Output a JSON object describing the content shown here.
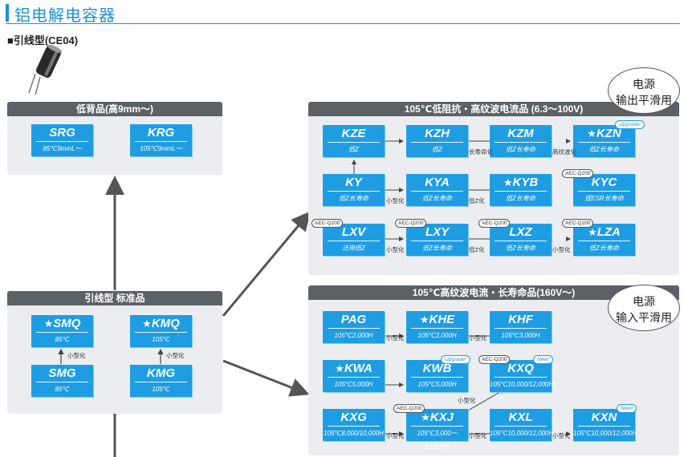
{
  "header": {
    "title": "铝电解电容器",
    "section": "■引线型(CE04)"
  },
  "panels": {
    "low_profile": "低背品(高9mm〜)",
    "standard": "引线型 标准品",
    "low_impedance": "105℃低阻抗・高纹波电流品 (6.3〜100V)",
    "high_ripple": "105℃高纹波电流・长寿命品(160V〜)"
  },
  "bubbles": {
    "top": [
      "电源",
      "输出平滑用"
    ],
    "bottom": [
      "电源",
      "输入平滑用"
    ]
  },
  "products": {
    "srg": {
      "name": "SRG",
      "desc": "85℃9mmL〜"
    },
    "krg": {
      "name": "KRG",
      "desc": "105℃9mmL〜"
    },
    "smq": {
      "name": "SMQ",
      "desc": "85℃"
    },
    "kmq": {
      "name": "KMQ",
      "desc": "105℃"
    },
    "smg": {
      "name": "SMG",
      "desc": "85℃"
    },
    "kmg": {
      "name": "KMG",
      "desc": "105℃"
    },
    "kze": {
      "name": "KZE",
      "desc": "低Z"
    },
    "kzh": {
      "name": "KZH",
      "desc": "低Z"
    },
    "kzm": {
      "name": "KZM",
      "desc": "低Z长寿命"
    },
    "kzn": {
      "name": "KZN",
      "desc": "低Z长寿命"
    },
    "ky": {
      "name": "KY",
      "desc": "低Z长寿命"
    },
    "kya": {
      "name": "KYA",
      "desc": "低Z长寿命"
    },
    "kyb": {
      "name": "KYB",
      "desc": "低Z长寿命"
    },
    "kyc": {
      "name": "KYC",
      "desc": "低ESR长寿命"
    },
    "lxv": {
      "name": "LXV",
      "desc": "泛用低Z"
    },
    "lxy": {
      "name": "LXY",
      "desc": "低Z长寿命"
    },
    "lxz": {
      "name": "LXZ",
      "desc": "低Z长寿命"
    },
    "lza": {
      "name": "LZA",
      "desc": "低Z长寿命"
    },
    "pag": {
      "name": "PAG",
      "desc": "105℃2,000H"
    },
    "khe": {
      "name": "KHE",
      "desc": "105℃2,000H"
    },
    "khf": {
      "name": "KHF",
      "desc": "105℃3,000H"
    },
    "kwa": {
      "name": "KWA",
      "desc": "105℃5,000H"
    },
    "kwb": {
      "name": "KWB",
      "desc": "105℃5,000H"
    },
    "kxq": {
      "name": "KXQ",
      "desc": "105℃10,000/12,000H"
    },
    "kxg": {
      "name": "KXG",
      "desc": "105℃8,000/10,000H"
    },
    "kxj": {
      "name": "KXJ",
      "desc": "105℃3,000〜12,000H"
    },
    "kxl": {
      "name": "KXL",
      "desc": "105℃10,000/12,000H"
    },
    "kxn": {
      "name": "KXN",
      "desc": "105℃10,000/12,000H"
    }
  },
  "labels": {
    "small": "小型化",
    "long_life": "长寿命化",
    "high_ripple": "高纹波化",
    "low_z": "低Z化",
    "aec": "AEC-Q200",
    "upgrade": "Upgrade!",
    "new": "New!",
    "star": "★"
  }
}
